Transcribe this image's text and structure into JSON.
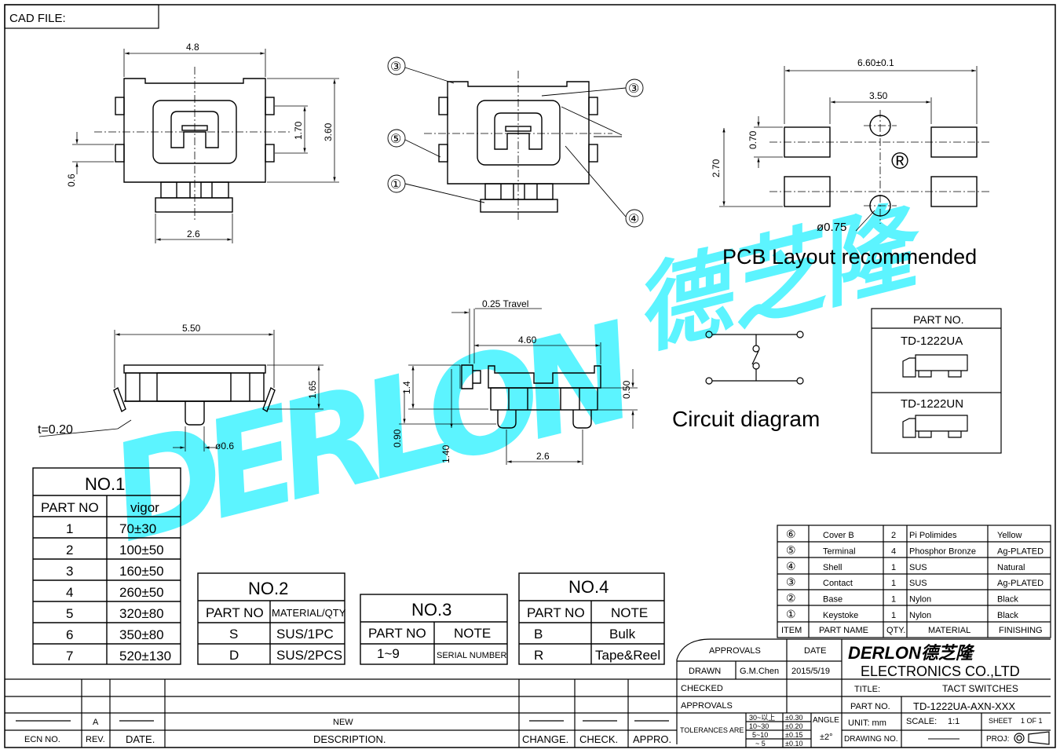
{
  "header": {
    "cad_label": "CAD FILE:"
  },
  "watermark": {
    "brand": "DERLON",
    "cn": "德芝隆",
    "reg": "®"
  },
  "dims": {
    "w48": "4.8",
    "h170": "1.70",
    "h360": "3.60",
    "d06": "0.6",
    "w26": "2.6",
    "w550": "5.50",
    "t020": "t=0.20",
    "phi06": "ø0.6",
    "h165": "1.65",
    "h14": "1.4",
    "h090": "0.90",
    "h140": "1.40",
    "travel": "0.25 Travel",
    "w460": "4.60",
    "h050": "0.50",
    "w26b": "2.6",
    "w660": "6.60±0.1",
    "w350": "3.50",
    "h070": "0.70",
    "h270": "2.70",
    "phi075": "ø0.75"
  },
  "callouts": {
    "c1": "①",
    "c3a": "③",
    "c3b": "③",
    "c4": "④",
    "c5": "⑤"
  },
  "labels": {
    "pcb": "PCB Layout recommended",
    "circuit": "Circuit diagram"
  },
  "part_box": {
    "header": "PART NO.",
    "p1": "TD-1222UA",
    "p2": "TD-1222UN"
  },
  "no1": {
    "title": "NO.1",
    "h1": "PART NO",
    "h2": "vigor",
    "rows": [
      [
        "1",
        "70±30"
      ],
      [
        "2",
        "100±50"
      ],
      [
        "3",
        "160±50"
      ],
      [
        "4",
        "260±50"
      ],
      [
        "5",
        "320±80"
      ],
      [
        "6",
        "350±80"
      ],
      [
        "7",
        "520±130"
      ]
    ]
  },
  "no2": {
    "title": "NO.2",
    "h1": "PART NO",
    "h2": "MATERIAL/QTY",
    "rows": [
      [
        "S",
        "SUS/1PC"
      ],
      [
        "D",
        "SUS/2PCS"
      ]
    ]
  },
  "no3": {
    "title": "NO.3",
    "h1": "PART NO",
    "h2": "NOTE",
    "rows": [
      [
        "1~9",
        "SERIAL NUMBER"
      ]
    ]
  },
  "no4": {
    "title": "NO.4",
    "h1": "PART NO",
    "h2": "NOTE",
    "rows": [
      [
        "B",
        "Bulk"
      ],
      [
        "R",
        "Tape&Reel"
      ]
    ]
  },
  "bom": {
    "rows": [
      [
        "⑥",
        "Cover B",
        "2",
        "Pi Polimides",
        "Yellow"
      ],
      [
        "⑤",
        "Terminal",
        "4",
        "Phosphor Bronze",
        "Ag-PLATED"
      ],
      [
        "④",
        "Shell",
        "1",
        "SUS",
        "Natural"
      ],
      [
        "③",
        "Contact",
        "1",
        "SUS",
        "Ag-PLATED"
      ],
      [
        "②",
        "Base",
        "1",
        "Nylon",
        "Black"
      ],
      [
        "①",
        "Keystoke",
        "1",
        "Nylon",
        "Black"
      ]
    ],
    "header": [
      "ITEM",
      "PART NAME",
      "QTY.",
      "MATERIAL",
      "FINISHING"
    ]
  },
  "title_block": {
    "approvals": "APPROVALS",
    "date": "DATE",
    "drawn": "DRAWN",
    "drawn_by": "G.M.Chen",
    "drawn_date": "2015/5/19",
    "checked": "CHECKED",
    "approvals2": "APPROVALS",
    "tolerances": "TOLERANCES ARE",
    "tol1": "30~以上",
    "tol1v": "±0.30",
    "tol2": "10~30",
    "tol2v": "±0.20",
    "tol3": "5~10",
    "tol3v": "±0.15",
    "tol4": "~ 5",
    "tol4v": "±0.10",
    "angle": "ANGLE",
    "angle_v": "±2°",
    "company_logo": "DERLON德芝隆",
    "company": "ELECTRONICS CO.,LTD",
    "title_lbl": "TITLE:",
    "title_v": "TACT SWITCHES",
    "partno_lbl": "PART NO.",
    "partno_v": "TD-1222UA-AXN-XXX",
    "unit": "UNIT: mm",
    "scale": "SCALE:",
    "scale_v": "1:1",
    "sheet": "SHEET",
    "sheet_v": "1 OF 1",
    "drawing_no": "DRAWING NO.",
    "proj": "PROJ:"
  },
  "revision": {
    "a": "A",
    "new": "NEW",
    "ecn": "ECN NO.",
    "rev": "REV.",
    "date": "DATE.",
    "desc": "DESCRIPTION.",
    "change": "CHANGE.",
    "check": "CHECK.",
    "appro": "APPRO."
  }
}
